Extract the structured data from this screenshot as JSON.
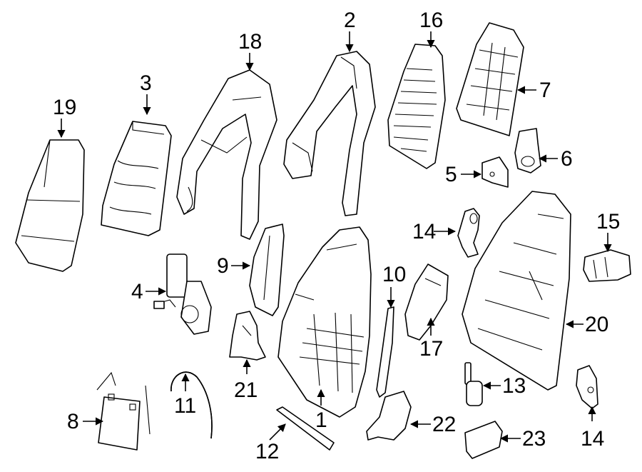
{
  "callouts": {
    "c1": "1",
    "c2": "2",
    "c3": "3",
    "c4": "4",
    "c5": "5",
    "c6": "6",
    "c7": "7",
    "c8": "8",
    "c9": "9",
    "c10": "10",
    "c11": "11",
    "c12": "12",
    "c13": "13",
    "c14a": "14",
    "c14b": "14",
    "c15": "15",
    "c16": "16",
    "c17": "17",
    "c18": "18",
    "c19": "19",
    "c20": "20",
    "c21": "21",
    "c22": "22",
    "c23": "23"
  },
  "colors": {
    "line": "#000000",
    "background": "#ffffff"
  }
}
